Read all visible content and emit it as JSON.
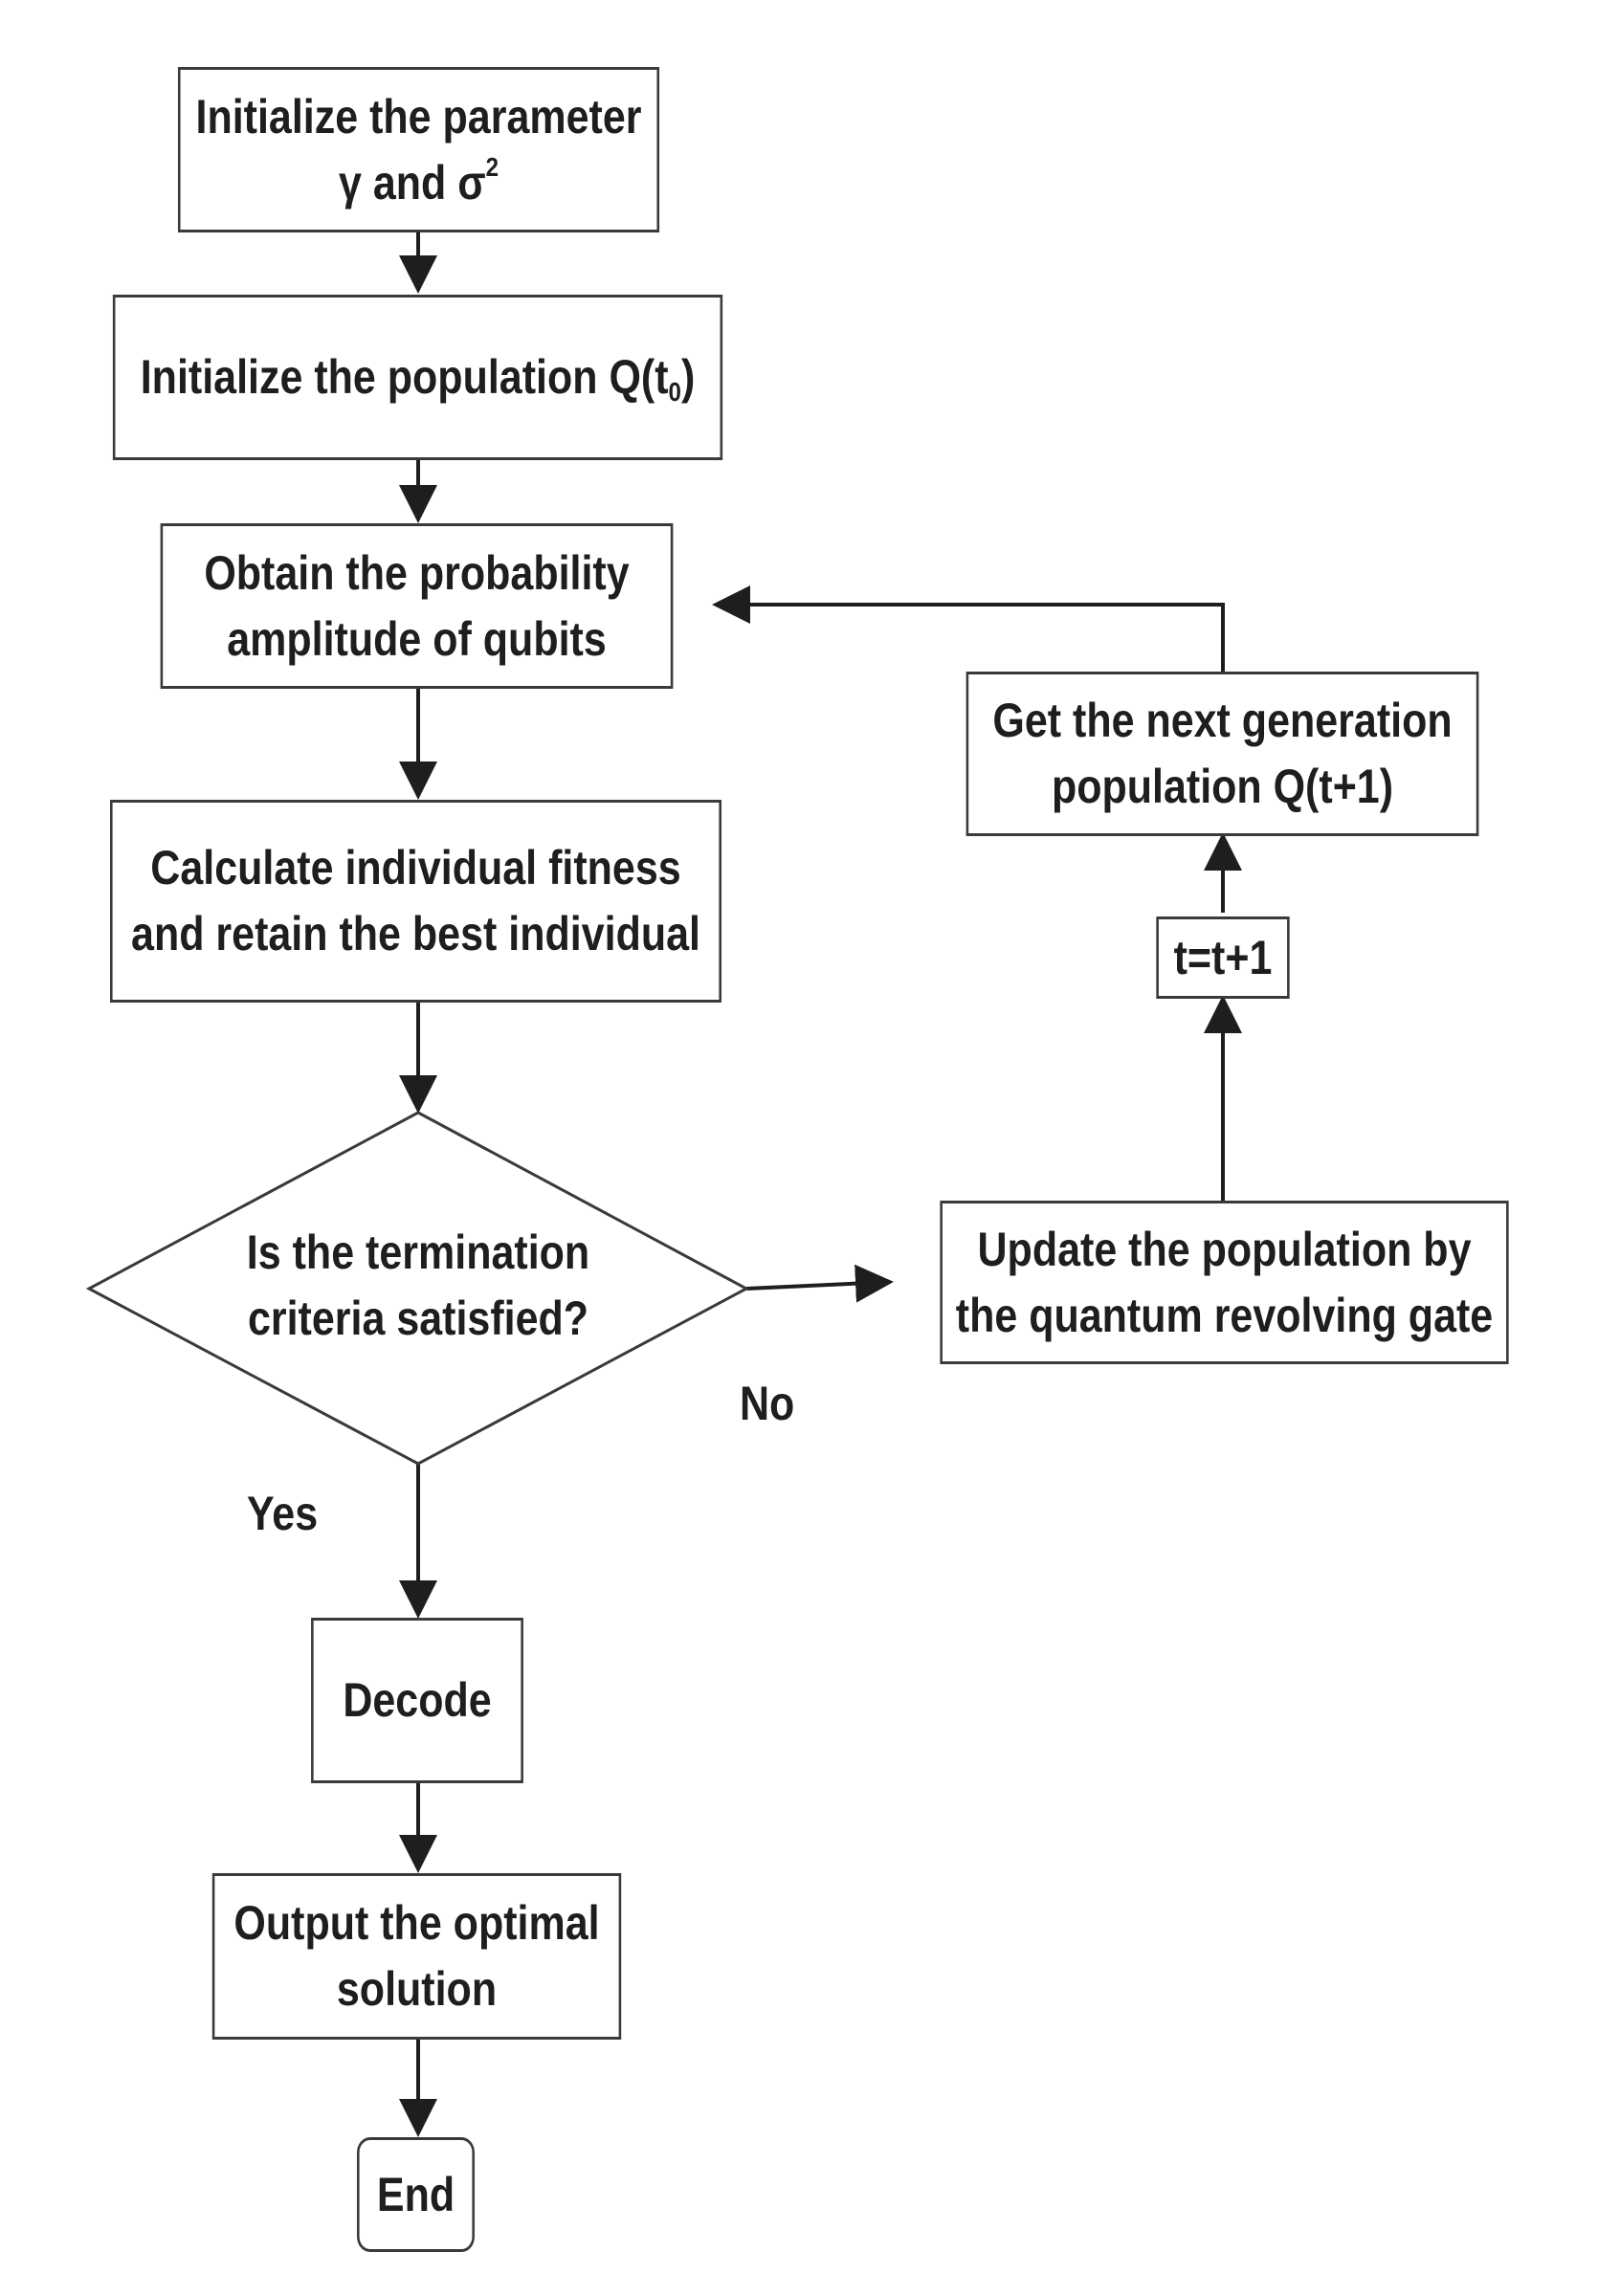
{
  "nodes": {
    "init_param": {
      "prefix": "Initialize the parameter",
      "line2_main": "γ and σ",
      "line2_sup": "2"
    },
    "init_pop": {
      "main": "Initialize the population Q(t",
      "sub": "0",
      "close": ")"
    },
    "obtain_prob": {
      "line1": "Obtain the probability",
      "line2": "amplitude of qubits"
    },
    "calc_fitness": {
      "line1": "Calculate individual fitness",
      "line2": "and retain the best individual"
    },
    "decision": {
      "line1": "Is the termination",
      "line2": "criteria satisfied?"
    },
    "decode": {
      "label": "Decode"
    },
    "output": {
      "line1": "Output the optimal",
      "line2": "solution"
    },
    "end": {
      "label": "End"
    },
    "update_pop": {
      "line1": "Update the population by",
      "line2": "the quantum revolving gate"
    },
    "increment": {
      "label": "t=t+1"
    },
    "next_gen": {
      "line1": "Get the next generation",
      "line2": "population Q(t+1)"
    }
  },
  "edge_labels": {
    "no": "No",
    "yes": "Yes"
  },
  "colors": {
    "stroke": "#3a3a3a",
    "text": "#1e1e1e",
    "background": "#ffffff"
  }
}
